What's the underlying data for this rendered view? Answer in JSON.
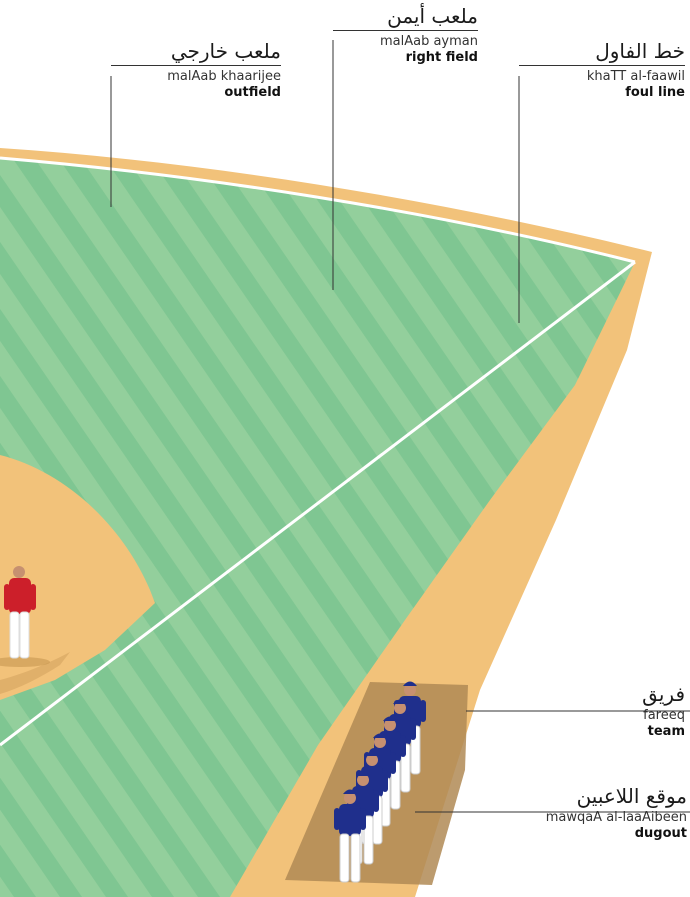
{
  "labels": {
    "outfield": {
      "arabic": "ملعب خارجي",
      "translit": "malAab khaarijee",
      "english": "outfield"
    },
    "rightfield": {
      "arabic": "ملعب أيمن",
      "translit": "malAab ayman",
      "english": "right field"
    },
    "foulline": {
      "arabic": "خط الفاول",
      "translit": "khaTT al-faawil",
      "english": "foul line"
    },
    "team": {
      "arabic": "فريق",
      "translit": "fareeq",
      "english": "team"
    },
    "dugout": {
      "arabic": "موقع اللاعبين",
      "translit": "mawqaA al-laaAibeen",
      "english": "dugout"
    }
  },
  "colors": {
    "grass_light": "#93cf9c",
    "grass_dark": "#6fbf8b",
    "dirt": "#f2c27a",
    "dugout": "#b08a55",
    "foul_line": "#ffffff",
    "jersey_red": "#cc1f2a",
    "jersey_blue": "#1f2f8c",
    "pants": "#ffffff"
  }
}
